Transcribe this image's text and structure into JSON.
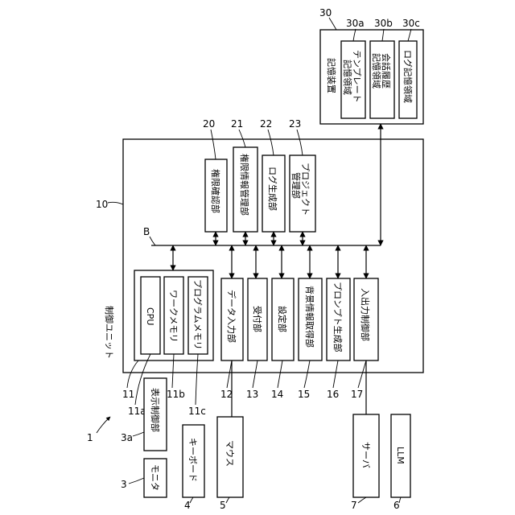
{
  "system": {
    "ref": "1"
  },
  "control_unit": {
    "ref": "10",
    "label": "制御ユニット"
  },
  "bus": {
    "ref": "B"
  },
  "cpu_group": {
    "ref": "11",
    "cpu": {
      "ref": "11a",
      "label": "CPU"
    },
    "work_memory": {
      "ref": "11b",
      "label": "ワークメモリ"
    },
    "program_memory": {
      "ref": "11c",
      "label": "プログラムメモリ"
    }
  },
  "units": {
    "data_input": {
      "ref": "12",
      "label": "データ入力部"
    },
    "reception": {
      "ref": "13",
      "label": "受付部"
    },
    "setting": {
      "ref": "14",
      "label": "設定部"
    },
    "background_info": {
      "ref": "15",
      "label": "背景情報取得部"
    },
    "prompt_gen": {
      "ref": "16",
      "label": "プロンプト生成部"
    },
    "io_control": {
      "ref": "17",
      "label": "入出力制御部"
    },
    "permission_check": {
      "ref": "20",
      "label": "権限確認部"
    },
    "permission_info": {
      "ref": "21",
      "label": "権限情報管理部"
    },
    "log_gen": {
      "ref": "22",
      "label": "ログ生成部"
    },
    "project_mgmt": {
      "ref": "23",
      "label": [
        "プロジェクト",
        "管理部"
      ]
    }
  },
  "storage": {
    "ref": "30",
    "label": "記憶装置",
    "template_area": {
      "ref": "30a",
      "label": [
        "テンプレート",
        "記憶領域"
      ]
    },
    "history_area": {
      "ref": "30b",
      "label": [
        "会話履歴",
        "記憶領域"
      ]
    },
    "log_area": {
      "ref": "30c",
      "label": "ログ記憶領域"
    }
  },
  "external": {
    "display_control": {
      "ref": "3a",
      "label": "表示制御部"
    },
    "monitor": {
      "ref": "3",
      "label": "モニタ"
    },
    "keyboard": {
      "ref": "4",
      "label": "キーボード"
    },
    "mouse": {
      "ref": "5",
      "label": "マウス"
    },
    "server": {
      "ref": "7",
      "label": "サーバ"
    },
    "llm": {
      "ref": "6",
      "label": "LLM"
    }
  }
}
